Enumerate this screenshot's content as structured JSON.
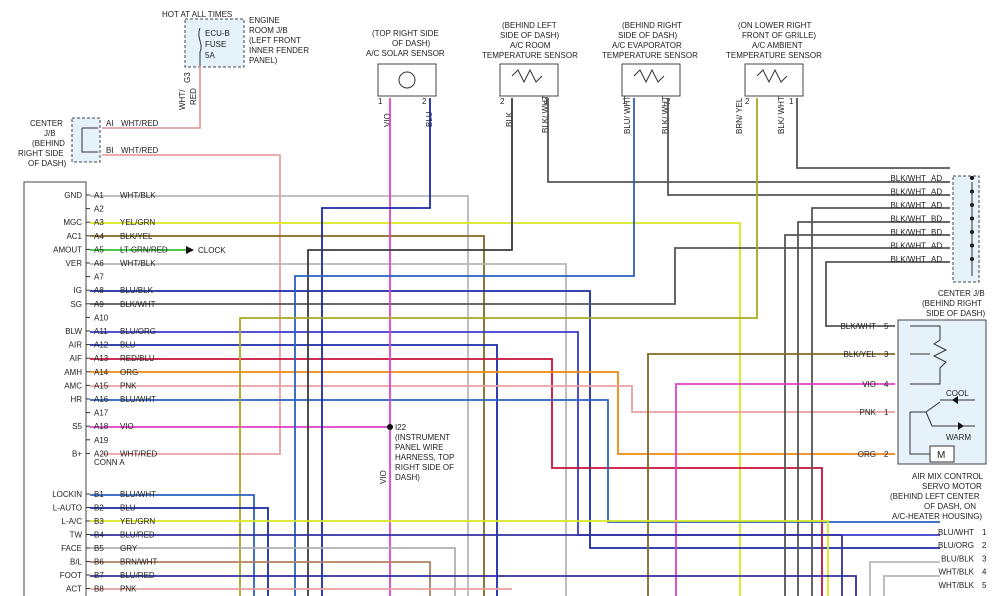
{
  "top_labels": {
    "hot": "HOT AT ALL TIMES",
    "engine_room": [
      "ENGINE",
      "ROOM J/B",
      "(LEFT FRONT",
      "INNER FENDER",
      "PANEL)"
    ],
    "fuse": [
      "ECU-B",
      "FUSE",
      "5A"
    ],
    "g3": "G3",
    "g3_wire": [
      "WHT/",
      "RED"
    ]
  },
  "center_jb_left": {
    "label": [
      "CENTER",
      "J/B",
      "(BEHIND",
      "RIGHT SIDE",
      "OF DASH)"
    ],
    "pins": [
      {
        "pin": "AI",
        "wire": "WHT/RED"
      },
      {
        "pin": "BI",
        "wire": "WHT/RED"
      }
    ]
  },
  "sensors": [
    {
      "title": [
        "(TOP RIGHT SIDE",
        "OF DASH)",
        "A/C SOLAR SENSOR"
      ],
      "pins": [
        "1",
        "2"
      ],
      "wires": [
        "VIO",
        "BLU"
      ]
    },
    {
      "title": [
        "(BEHIND LEFT",
        "SIDE OF DASH)",
        "A/C ROOM",
        "TEMPERATURE SENSOR"
      ],
      "pins": [
        "2",
        "1"
      ],
      "wires": [
        "BLK",
        "BLK/ WHT"
      ]
    },
    {
      "title": [
        "(BEHIND RIGHT",
        "SIDE OF DASH)",
        "A/C EVAPORATOR",
        "TEMPERATURE SENSOR"
      ],
      "pins": [
        "1",
        "2"
      ],
      "wires": [
        "BLU/ WHT",
        "BLK/ WHT"
      ]
    },
    {
      "title": [
        "(ON LOWER RIGHT",
        "FRONT OF GRILLE)",
        "A/C AMBIENT",
        "TEMPERATURE SENSOR"
      ],
      "pins": [
        "2",
        "1"
      ],
      "wires": [
        "BRN/ YEL",
        "BLK/ WHT"
      ]
    }
  ],
  "connector_a": {
    "name": "CONN A",
    "rows": [
      {
        "label": "GND",
        "pin": "A1",
        "wire": "WHT/BLK"
      },
      {
        "label": "",
        "pin": "A2",
        "wire": ""
      },
      {
        "label": "MGC",
        "pin": "A3",
        "wire": "YEL/GRN"
      },
      {
        "label": "AC1",
        "pin": "A4",
        "wire": "BLK/YEL"
      },
      {
        "label": "AMOUT",
        "pin": "A5",
        "wire": "LT GRN/RED"
      },
      {
        "label": "VER",
        "pin": "A6",
        "wire": "WHT/BLK"
      },
      {
        "label": "",
        "pin": "A7",
        "wire": ""
      },
      {
        "label": "IG",
        "pin": "A8",
        "wire": "BLU/BLK"
      },
      {
        "label": "SG",
        "pin": "A9",
        "wire": "BLK/WHT"
      },
      {
        "label": "",
        "pin": "A10",
        "wire": ""
      },
      {
        "label": "BLW",
        "pin": "A11",
        "wire": "BLU/ORG"
      },
      {
        "label": "AIR",
        "pin": "A12",
        "wire": "BLU"
      },
      {
        "label": "AIF",
        "pin": "A13",
        "wire": "RED/BLU"
      },
      {
        "label": "AMH",
        "pin": "A14",
        "wire": "ORG"
      },
      {
        "label": "AMC",
        "pin": "A15",
        "wire": "PNK"
      },
      {
        "label": "HR",
        "pin": "A16",
        "wire": "BLU/WHT"
      },
      {
        "label": "",
        "pin": "A17",
        "wire": ""
      },
      {
        "label": "S5",
        "pin": "A18",
        "wire": "VIO"
      },
      {
        "label": "",
        "pin": "A19",
        "wire": ""
      },
      {
        "label": "B+",
        "pin": "A20",
        "wire": "WHT/RED"
      }
    ]
  },
  "connector_b": {
    "rows": [
      {
        "label": "LOCKIN",
        "pin": "B1",
        "wire": "BLU/WHT"
      },
      {
        "label": "L-AUTO",
        "pin": "B2",
        "wire": "BLU"
      },
      {
        "label": "L-A/C",
        "pin": "B3",
        "wire": "YEL/GRN"
      },
      {
        "label": "TW",
        "pin": "B4",
        "wire": "BLU/RED"
      },
      {
        "label": "FACE",
        "pin": "B5",
        "wire": "GRY"
      },
      {
        "label": "B/L",
        "pin": "B6",
        "wire": "BRN/WHT"
      },
      {
        "label": "FOOT",
        "pin": "B7",
        "wire": "BLU/RED"
      },
      {
        "label": "ACT",
        "pin": "B8",
        "wire": "PNK"
      }
    ]
  },
  "clock_label": "CLOCK",
  "harness": {
    "id": "I22",
    "text": [
      "(INSTRUMENT",
      "PANEL WIRE",
      "HARNESS, TOP",
      "RIGHT SIDE OF",
      "DASH)"
    ],
    "wire": "VIO"
  },
  "center_jb_right": {
    "pins": [
      {
        "wire": "BLK/WHT",
        "pin": "AD"
      },
      {
        "wire": "BLK/WHT",
        "pin": "AD"
      },
      {
        "wire": "BLK/WHT",
        "pin": "AD"
      },
      {
        "wire": "BLK/WHT",
        "pin": "BD"
      },
      {
        "wire": "BLK/WHT",
        "pin": "BD"
      },
      {
        "wire": "BLK/WHT",
        "pin": "AD"
      },
      {
        "wire": "BLK/WHT",
        "pin": "AD"
      }
    ],
    "label": [
      "CENTER J/B",
      "(BEHIND RIGHT",
      "SIDE OF DASH)"
    ]
  },
  "servo": {
    "pins": [
      {
        "wire": "BLK/WHT",
        "pin": "5"
      },
      {
        "wire": "BLK/YEL",
        "pin": "3"
      },
      {
        "wire": "VIO",
        "pin": "4"
      },
      {
        "wire": "PNK",
        "pin": "1"
      },
      {
        "wire": "ORG",
        "pin": "2"
      }
    ],
    "cool": "COOL",
    "warm": "WARM",
    "motor": "M",
    "label": [
      "AIR MIX CONTROL",
      "SERVO MOTOR",
      "(BEHIND LEFT CENTER",
      "OF DASH, ON",
      "A/C-HEATER HOUSING)"
    ]
  },
  "bottom_right": [
    {
      "wire": "BLU/WHT",
      "pin": "1"
    },
    {
      "wire": "BLU/ORG",
      "pin": "2"
    },
    {
      "wire": "BLU/BLK",
      "pin": "3"
    },
    {
      "wire": "WHT/BLK",
      "pin": "4"
    },
    {
      "wire": "WHT/BLK",
      "pin": "5"
    }
  ],
  "colors": {
    "vio": "#e040c8",
    "blu": "#1a2aa8",
    "blk": "#3a3a3a",
    "blkwht": "#555555",
    "wht": "#b8b8b8",
    "red": "#c8103a",
    "pnk": "#e8a0a0",
    "org": "#ee8a10",
    "yelgrn": "#d8e820",
    "blkyel": "#806a20",
    "ltgrn": "#30c030",
    "bluwht": "#2a60c0",
    "brnyel": "#a8a820",
    "gry": "#b0b0b0",
    "brnwht": "#b08060",
    "bluorg": "#3a3ad0",
    "bluered": "#3030a0",
    "whtred": "#e0a0a0"
  }
}
